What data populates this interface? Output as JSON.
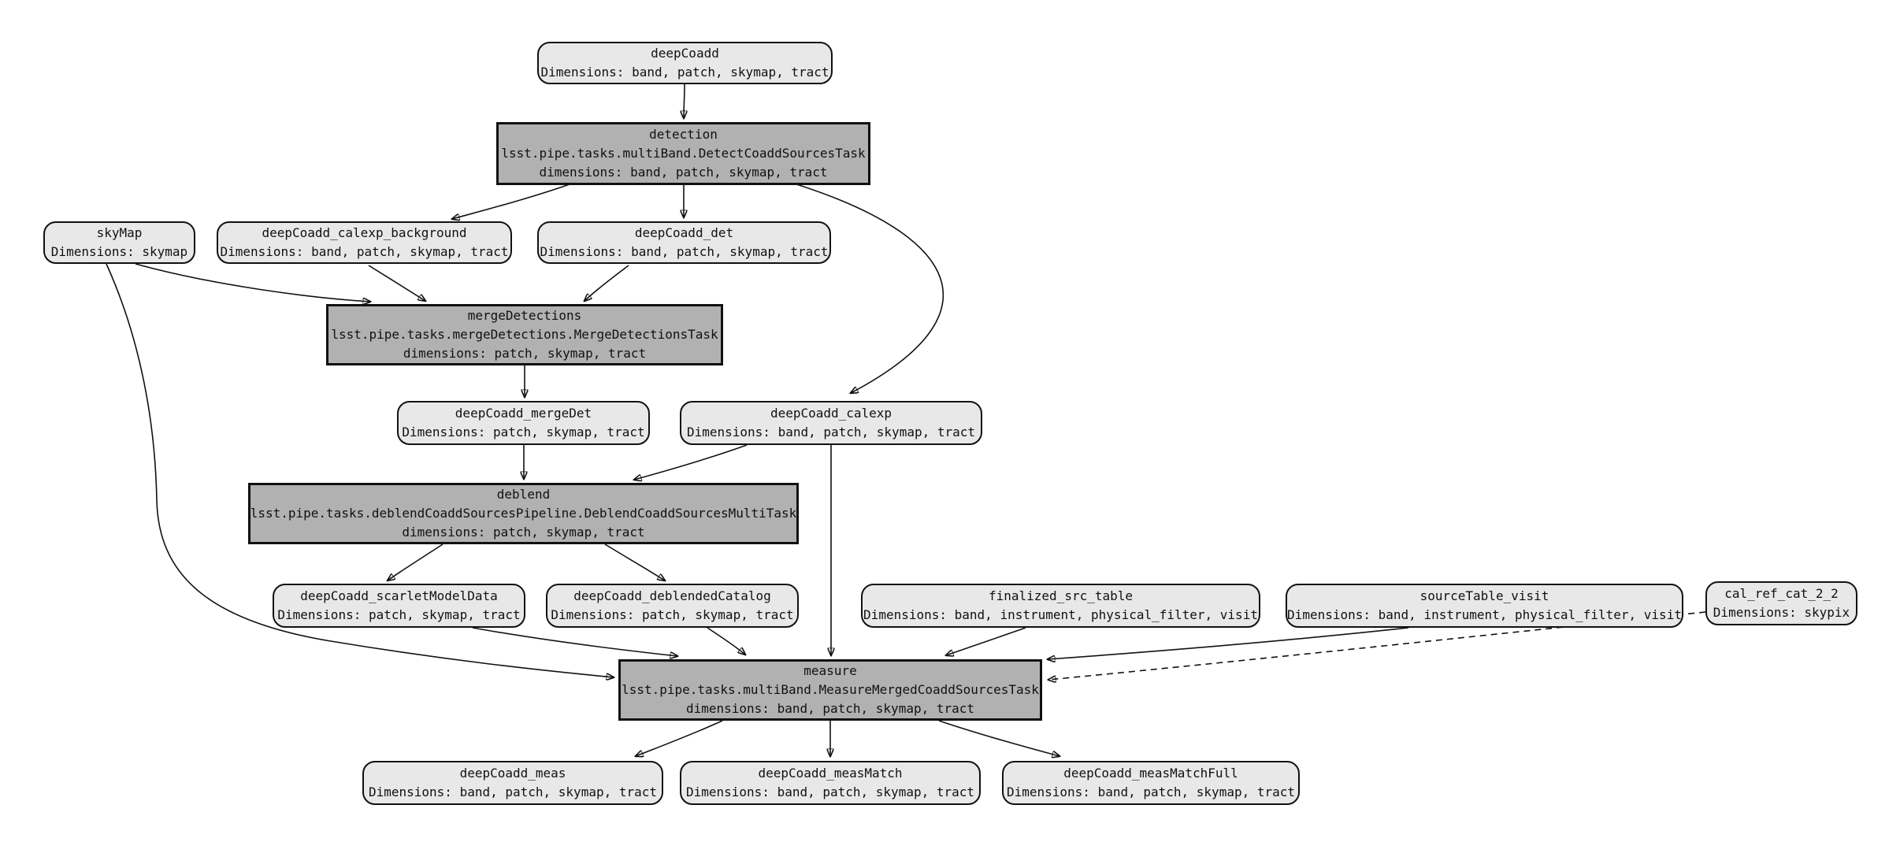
{
  "diagram": {
    "type": "pipeline-dag",
    "background": "#ffffff",
    "colors": {
      "dataset_fill": "#e8e8e8",
      "task_fill": "#b1b1b1",
      "border": "#111111",
      "edge": "#111111"
    },
    "nodes": [
      {
        "id": "deepCoadd",
        "kind": "dataset",
        "title": "deepCoadd",
        "dims": "Dimensions: band, patch, skymap, tract"
      },
      {
        "id": "detection",
        "kind": "task",
        "title": "detection",
        "class_name": "lsst.pipe.tasks.multiBand.DetectCoaddSourcesTask",
        "dims": "dimensions: band, patch, skymap, tract"
      },
      {
        "id": "skyMap",
        "kind": "dataset",
        "title": "skyMap",
        "dims": "Dimensions: skymap"
      },
      {
        "id": "deepCoadd_calexp_background",
        "kind": "dataset",
        "title": "deepCoadd_calexp_background",
        "dims": "Dimensions: band, patch, skymap, tract"
      },
      {
        "id": "deepCoadd_det",
        "kind": "dataset",
        "title": "deepCoadd_det",
        "dims": "Dimensions: band, patch, skymap, tract"
      },
      {
        "id": "mergeDetections",
        "kind": "task",
        "title": "mergeDetections",
        "class_name": "lsst.pipe.tasks.mergeDetections.MergeDetectionsTask",
        "dims": "dimensions: patch, skymap, tract"
      },
      {
        "id": "deepCoadd_mergeDet",
        "kind": "dataset",
        "title": "deepCoadd_mergeDet",
        "dims": "Dimensions: patch, skymap, tract"
      },
      {
        "id": "deepCoadd_calexp",
        "kind": "dataset",
        "title": "deepCoadd_calexp",
        "dims": "Dimensions: band, patch, skymap, tract"
      },
      {
        "id": "deblend",
        "kind": "task",
        "title": "deblend",
        "class_name": "lsst.pipe.tasks.deblendCoaddSourcesPipeline.DeblendCoaddSourcesMultiTask",
        "dims": "dimensions: patch, skymap, tract"
      },
      {
        "id": "deepCoadd_scarletModelData",
        "kind": "dataset",
        "title": "deepCoadd_scarletModelData",
        "dims": "Dimensions: patch, skymap, tract"
      },
      {
        "id": "deepCoadd_deblendedCatalog",
        "kind": "dataset",
        "title": "deepCoadd_deblendedCatalog",
        "dims": "Dimensions: patch, skymap, tract"
      },
      {
        "id": "finalized_src_table",
        "kind": "dataset",
        "title": "finalized_src_table",
        "dims": "Dimensions: band, instrument, physical_filter, visit"
      },
      {
        "id": "sourceTable_visit",
        "kind": "dataset",
        "title": "sourceTable_visit",
        "dims": "Dimensions: band, instrument, physical_filter, visit"
      },
      {
        "id": "cal_ref_cat_2_2",
        "kind": "dataset",
        "title": "cal_ref_cat_2_2",
        "dims": "Dimensions: skypix"
      },
      {
        "id": "measure",
        "kind": "task",
        "title": "measure",
        "class_name": "lsst.pipe.tasks.multiBand.MeasureMergedCoaddSourcesTask",
        "dims": "dimensions: band, patch, skymap, tract"
      },
      {
        "id": "deepCoadd_meas",
        "kind": "dataset",
        "title": "deepCoadd_meas",
        "dims": "Dimensions: band, patch, skymap, tract"
      },
      {
        "id": "deepCoadd_measMatch",
        "kind": "dataset",
        "title": "deepCoadd_measMatch",
        "dims": "Dimensions: band, patch, skymap, tract"
      },
      {
        "id": "deepCoadd_measMatchFull",
        "kind": "dataset",
        "title": "deepCoadd_measMatchFull",
        "dims": "Dimensions: band, patch, skymap, tract"
      }
    ],
    "edges": [
      {
        "from": "deepCoadd",
        "to": "detection",
        "style": "solid"
      },
      {
        "from": "detection",
        "to": "deepCoadd_calexp_background",
        "style": "solid"
      },
      {
        "from": "detection",
        "to": "deepCoadd_det",
        "style": "solid"
      },
      {
        "from": "detection",
        "to": "deepCoadd_calexp",
        "style": "solid"
      },
      {
        "from": "skyMap",
        "to": "mergeDetections",
        "style": "solid"
      },
      {
        "from": "deepCoadd_calexp_background",
        "to": "mergeDetections",
        "style": "solid"
      },
      {
        "from": "deepCoadd_det",
        "to": "mergeDetections",
        "style": "solid"
      },
      {
        "from": "mergeDetections",
        "to": "deepCoadd_mergeDet",
        "style": "solid"
      },
      {
        "from": "deepCoadd_mergeDet",
        "to": "deblend",
        "style": "solid"
      },
      {
        "from": "deepCoadd_calexp",
        "to": "deblend",
        "style": "solid"
      },
      {
        "from": "deepCoadd_calexp",
        "to": "measure",
        "style": "solid"
      },
      {
        "from": "skyMap",
        "to": "measure",
        "style": "solid"
      },
      {
        "from": "deblend",
        "to": "deepCoadd_scarletModelData",
        "style": "solid"
      },
      {
        "from": "deblend",
        "to": "deepCoadd_deblendedCatalog",
        "style": "solid"
      },
      {
        "from": "deepCoadd_scarletModelData",
        "to": "measure",
        "style": "solid"
      },
      {
        "from": "deepCoadd_deblendedCatalog",
        "to": "measure",
        "style": "solid"
      },
      {
        "from": "finalized_src_table",
        "to": "measure",
        "style": "solid"
      },
      {
        "from": "sourceTable_visit",
        "to": "measure",
        "style": "solid"
      },
      {
        "from": "cal_ref_cat_2_2",
        "to": "measure",
        "style": "dashed"
      },
      {
        "from": "measure",
        "to": "deepCoadd_meas",
        "style": "solid"
      },
      {
        "from": "measure",
        "to": "deepCoadd_measMatch",
        "style": "solid"
      },
      {
        "from": "measure",
        "to": "deepCoadd_measMatchFull",
        "style": "solid"
      }
    ]
  }
}
